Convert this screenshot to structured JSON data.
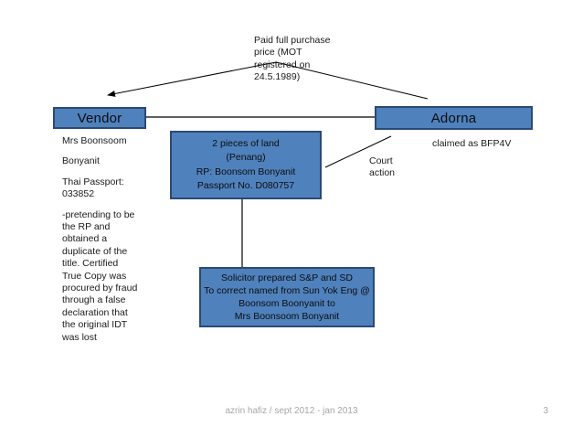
{
  "slide": {
    "footer": {
      "credit": "azrin hafiz / sept 2012 - jan 2013",
      "page_number": "3"
    }
  },
  "colors": {
    "box_fill": "#4f81bd",
    "box_border": "#2b4a72",
    "connector_line": "#000000",
    "footer_text": "#a6a6a6",
    "background": "#ffffff"
  },
  "diagram": {
    "payment_note": "Paid full purchase\nprice (MOT\nregistered on\n24.5.1989)",
    "vendor_box": {
      "label": "Vendor"
    },
    "adorna_box": {
      "label": "Adorna"
    },
    "land_box": {
      "text": "2 pieces of land\n(Penang)\nRP: Boonsom Bonyanit\nPassport No. D080757"
    },
    "claimed_note": "claimed as BFP4V",
    "court_action_note": "Court\naction",
    "solicitor_box": {
      "text": "Solicitor prepared S&P and SD\nTo correct named from Sun Yok Eng @\nBoonsom Boonyanit to\nMrs Boonsoom Bonyanit"
    },
    "vendor_details": {
      "p1": "Mrs Boonsoom",
      "p2": "Bonyanit",
      "p3": "Thai Passport:\n033852",
      "p4": "-pretending to be\nthe RP and\nobtained a\nduplicate of the\ntitle. Certified\nTrue Copy was\nprocured by fraud\nthrough a false\ndeclaration that\nthe original IDT\nwas lost"
    }
  }
}
